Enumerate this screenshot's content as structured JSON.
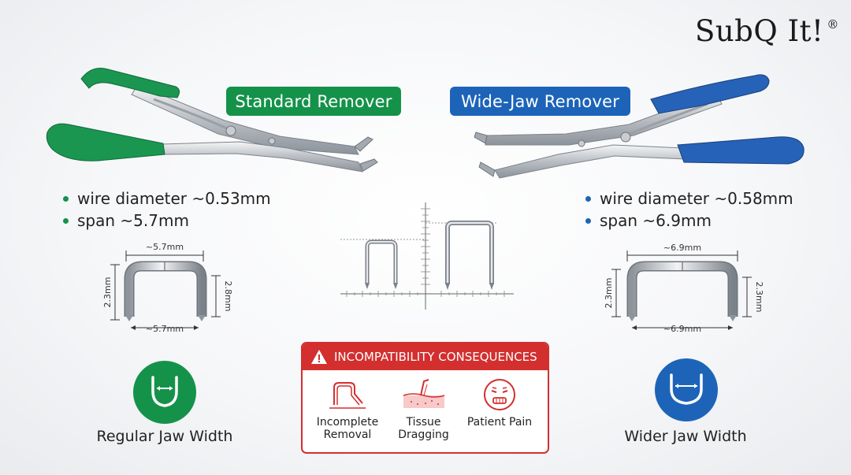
{
  "logo": {
    "text": "SubQ It!",
    "registered_mark": "®"
  },
  "standard": {
    "title": "Standard Remover",
    "color": "#15924a",
    "specs": [
      "wire diameter ~0.53mm",
      "span ~5.7mm"
    ],
    "dims": {
      "top": "~5.7mm",
      "bottom": "~5.7mm",
      "left": "2.3mm",
      "right": "2.8mm"
    },
    "jaw_label": "Regular Jaw Width"
  },
  "wide": {
    "title": "Wide-Jaw Remover",
    "color": "#1d64b8",
    "specs": [
      "wire diameter ~0.58mm",
      "span ~6.9mm"
    ],
    "dims": {
      "top": "~6.9mm",
      "bottom": "~6.9mm",
      "left": "2.3mm",
      "right": "2.3mm"
    },
    "jaw_label": "Wider Jaw Width"
  },
  "consequences": {
    "title": "INCOMPATIBILITY CONSEQUENCES",
    "color": "#d32f2f",
    "items": [
      {
        "label": "Incomplete Removal",
        "icon": "bent-staple-icon"
      },
      {
        "label": "Tissue Dragging",
        "icon": "tissue-icon"
      },
      {
        "label": "Patient Pain",
        "icon": "pain-face-icon"
      }
    ]
  }
}
